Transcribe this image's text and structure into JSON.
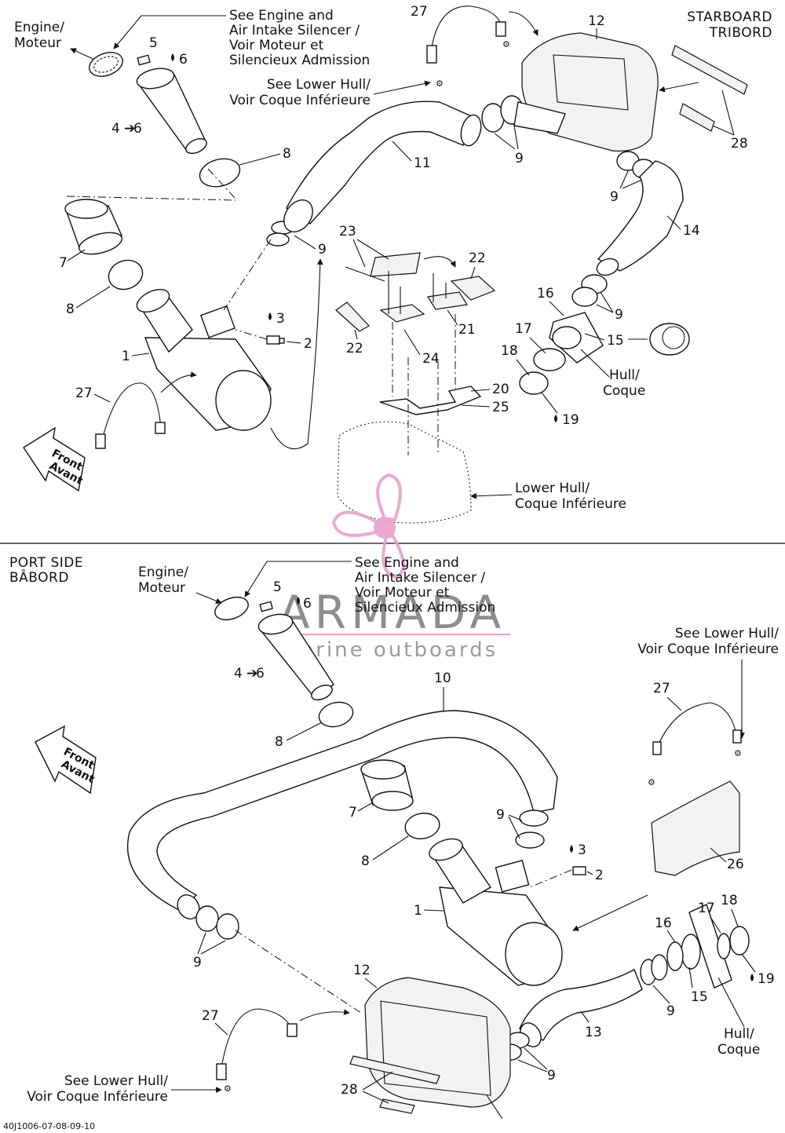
{
  "top_section": {
    "side_label_line1": "STARBOARD",
    "side_label_line2": "TRIBORD",
    "engine_line1": "Engine/",
    "engine_line2": "Moteur",
    "see_engine_line1": "See Engine and",
    "see_engine_line2": "Air Intake Silencer /",
    "see_engine_line3": "Voir Moteur et",
    "see_engine_line4": "Silencieux Admission",
    "see_lower_hull_line1": "See Lower Hull/",
    "see_lower_hull_line2": "Voir Coque Inférieure",
    "lower_hull_line1": "Lower Hull/",
    "lower_hull_line2": "Coque Inférieure",
    "hull_line1": "Hull/",
    "hull_line2": "Coque",
    "front_line1": "Front",
    "front_line2": "Avant",
    "callouts": {
      "c27": "27",
      "c12": "12",
      "c28": "28",
      "c5": "5",
      "c6": "6",
      "c46": "4",
      "c46b": "6",
      "c8a": "8",
      "c11": "11",
      "c9a": "9",
      "c9b": "9",
      "c14": "14",
      "c7": "7",
      "c9c": "9",
      "c23": "23",
      "c22a": "22",
      "c8b": "8",
      "c3": "3",
      "c2": "2",
      "c22b": "22",
      "c21": "21",
      "c16": "16",
      "c9d": "9",
      "c15": "15",
      "c17": "17",
      "c18": "18",
      "c1": "1",
      "c24": "24",
      "c20": "20",
      "c25": "25",
      "c19": "19",
      "c27b": "27"
    }
  },
  "bottom_section": {
    "side_label_line1": "PORT SIDE",
    "side_label_line2": "BÂBORD",
    "engine_line1": "Engine/",
    "engine_line2": "Moteur",
    "see_engine_line1": "See Engine and",
    "see_engine_line2": "Air Intake Silencer /",
    "see_engine_line3": "Voir Moteur et",
    "see_engine_line4": "Silencieux Admission",
    "see_lower_hull_a_line1": "See Lower Hull/",
    "see_lower_hull_a_line2": "Voir Coque Inférieure",
    "see_lower_hull_b_line1": "See Lower Hull/",
    "see_lower_hull_b_line2": "Voir Coque Inférieure",
    "hull_line1": "Hull/",
    "hull_line2": "Coque",
    "front_line1": "Front",
    "front_line2": "Avant",
    "callouts": {
      "c5": "5",
      "c6": "6",
      "c46": "4",
      "c46b": "6",
      "c10": "10",
      "c27a": "27",
      "c8a": "8",
      "c7": "7",
      "c9a": "9",
      "c3": "3",
      "c2": "2",
      "c26": "26",
      "c8b": "8",
      "c1": "1",
      "c17": "17",
      "c18": "18",
      "c16": "16",
      "c9b": "9",
      "c19": "19",
      "c15": "15",
      "c12": "12",
      "c9c": "9",
      "c27b": "27",
      "c13": "13",
      "c9d": "9",
      "c28": "28"
    }
  },
  "watermark": {
    "brand": "ARMADA",
    "tagline": "marine outboards",
    "logo_color": "#e8a0c8"
  },
  "footer_code": "40J1006-07-08-09-10"
}
